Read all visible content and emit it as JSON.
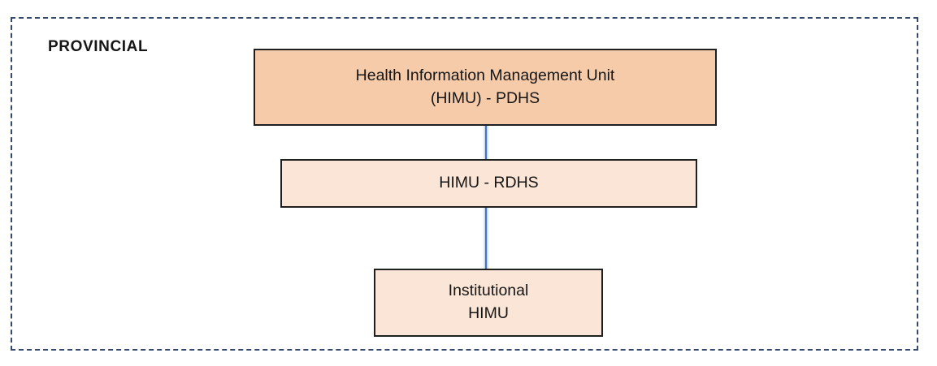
{
  "diagram": {
    "region_label": "PROVINCIAL",
    "colors": {
      "border_dash": "#35496E",
      "box_border": "#1f1f1f",
      "box1_fill": "#F6CBAA",
      "box2_fill": "#FAE5D6",
      "connector": "#4472C4"
    },
    "nodes": [
      {
        "id": "himu-pdhs",
        "line1": "Health Information Management Unit",
        "line2": "(HIMU) - PDHS"
      },
      {
        "id": "himu-rdhs",
        "line1": "HIMU - RDHS",
        "line2": ""
      },
      {
        "id": "institutional-himu",
        "line1": "Institutional",
        "line2": "HIMU"
      }
    ],
    "connectors": [
      {
        "from": "himu-pdhs",
        "to": "himu-rdhs"
      },
      {
        "from": "himu-rdhs",
        "to": "institutional-himu"
      }
    ]
  }
}
